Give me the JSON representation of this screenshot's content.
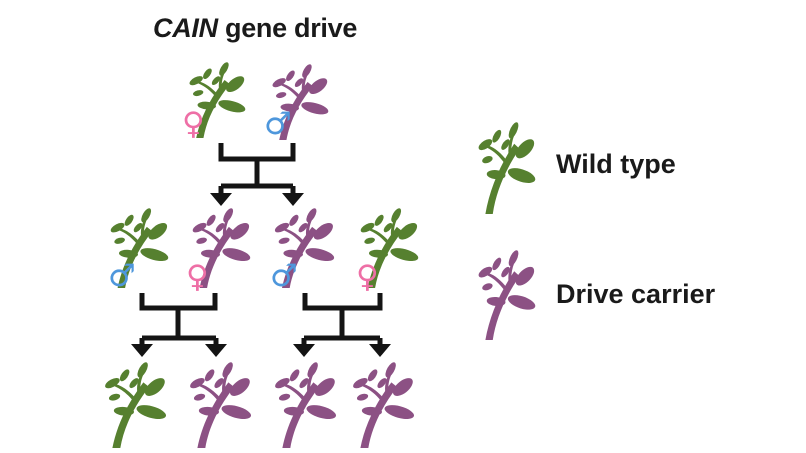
{
  "title": {
    "gene_name": "CAIN",
    "rest": " gene drive"
  },
  "symbols": {
    "female": "♀",
    "male": "♂"
  },
  "colors": {
    "wild_type": "#56802f",
    "drive_carrier": "#8c5184",
    "female": "#ee6fa6",
    "male": "#4e97dc",
    "line": "#141414",
    "background": "#ffffff"
  },
  "pedigree": {
    "generation_1": {
      "plants": [
        {
          "type_key": "wild_type",
          "label": "Wild type",
          "sex": "female"
        },
        {
          "type_key": "drive_carrier",
          "label": "Drive carrier",
          "sex": "male"
        }
      ]
    },
    "generation_2": {
      "plants": [
        {
          "type_key": "wild_type",
          "label": "Wild type",
          "sex": "male"
        },
        {
          "type_key": "drive_carrier",
          "label": "Drive carrier",
          "sex": "female"
        },
        {
          "type_key": "drive_carrier",
          "label": "Drive carrier",
          "sex": "male"
        },
        {
          "type_key": "wild_type",
          "label": "Wild type",
          "sex": "female"
        }
      ]
    },
    "generation_3": {
      "plants": [
        {
          "type_key": "wild_type",
          "label": "Wild type"
        },
        {
          "type_key": "drive_carrier",
          "label": "Drive carrier"
        },
        {
          "type_key": "drive_carrier",
          "label": "Drive carrier"
        },
        {
          "type_key": "drive_carrier",
          "label": "Drive carrier"
        }
      ]
    }
  },
  "legend": {
    "items": [
      {
        "label": "Wild type",
        "type_key": "wild_type"
      },
      {
        "label": "Drive carrier",
        "type_key": "drive_carrier"
      }
    ]
  }
}
